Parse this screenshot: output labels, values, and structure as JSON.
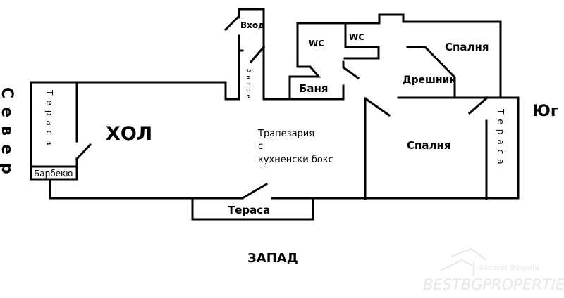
{
  "plan": {
    "entrance": "Вход",
    "antre": "Антре",
    "wc1": "WC",
    "wc2": "WC",
    "bathroom": "Баня",
    "bedroom_top": "Спалня",
    "wardrobe": "Дрешник",
    "bedroom": "Спалня",
    "living": "ХОЛ",
    "dining_line1": "Трапезария",
    "dining_line2": "с",
    "dining_line3": "кухненски бокс",
    "terrace_north": "Тераса",
    "bbq": "Барбекю",
    "terrace_west": "Тераса",
    "terrace_south": "Тераса"
  },
  "compass": {
    "north": "Север",
    "south": "Юг",
    "west": "ЗАПАД"
  },
  "watermark": {
    "tagline": "discover Bulgaria",
    "brand": "BESTBGPROPERTIES"
  }
}
